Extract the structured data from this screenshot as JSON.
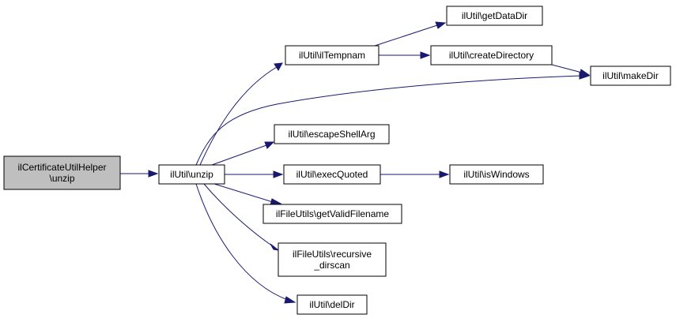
{
  "colors": {
    "edge": "#191970",
    "root_fill": "#bfbfbf",
    "node_fill": "#ffffff",
    "border": "#000000"
  },
  "nodes": {
    "cert_unzip": [
      "ilCertificateUtilHelper",
      "\\unzip"
    ],
    "unzip": [
      "ilUtil\\unzip"
    ],
    "tempnam": [
      "ilUtil\\ilTempnam"
    ],
    "getdatadir": [
      "ilUtil\\getDataDir"
    ],
    "createdir": [
      "ilUtil\\createDirectory"
    ],
    "makedir": [
      "ilUtil\\makeDir"
    ],
    "escape": [
      "ilUtil\\escapeShellArg"
    ],
    "execq": [
      "ilUtil\\execQuoted"
    ],
    "iswin": [
      "ilUtil\\isWindows"
    ],
    "validfn": [
      "ilFileUtils\\getValidFilename"
    ],
    "recdir": [
      "ilFileUtils\\recursive",
      "_dirscan"
    ],
    "deldir": [
      "ilUtil\\delDir"
    ]
  },
  "edges": [
    [
      "cert_unzip",
      "unzip"
    ],
    [
      "unzip",
      "tempnam"
    ],
    [
      "unzip",
      "makedir"
    ],
    [
      "unzip",
      "escape"
    ],
    [
      "unzip",
      "execq"
    ],
    [
      "unzip",
      "validfn"
    ],
    [
      "unzip",
      "recdir"
    ],
    [
      "unzip",
      "deldir"
    ],
    [
      "tempnam",
      "getdatadir"
    ],
    [
      "tempnam",
      "createdir"
    ],
    [
      "createdir",
      "makedir"
    ],
    [
      "execq",
      "iswin"
    ]
  ]
}
